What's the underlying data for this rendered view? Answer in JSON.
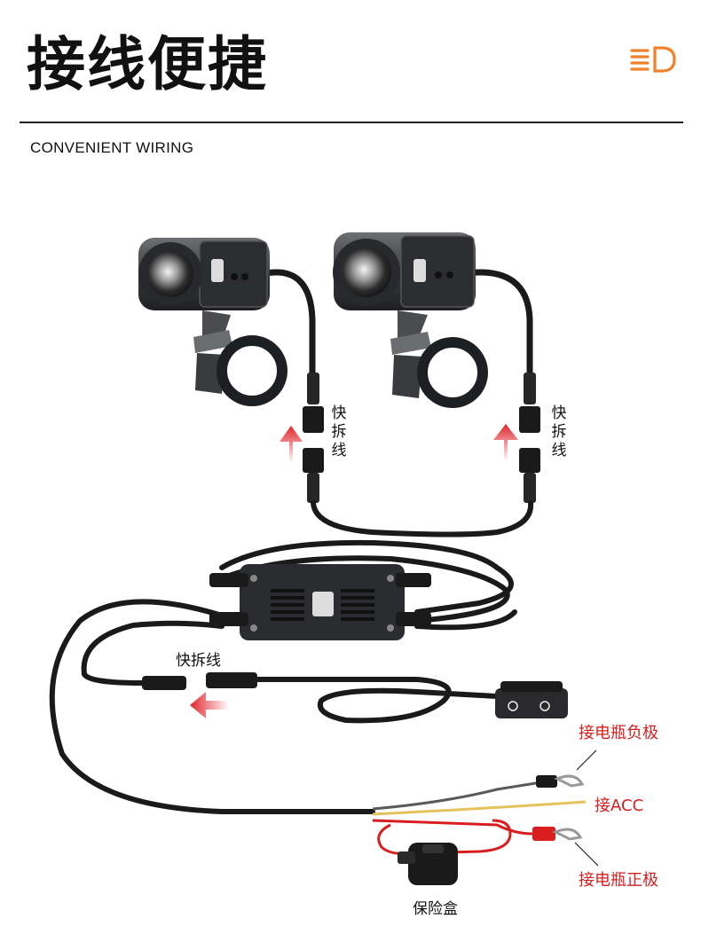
{
  "header": {
    "title": "接线便捷",
    "subtitle": "CONVENIENT WIRING",
    "logo_icon": "headlight-beam-icon"
  },
  "labels": {
    "quick_release_left": "快拆线",
    "quick_release_right": "快拆线",
    "quick_release_main": "快拆线",
    "battery_negative": "接电瓶负极",
    "acc": "接ACC",
    "battery_positive": "接电瓶正极",
    "fuse_box": "保险盒"
  },
  "colors": {
    "accent_orange": "#f0822c",
    "label_red": "#d81e1e",
    "arrow_red": "#e0242a",
    "cable_black": "#1a1a1a"
  }
}
